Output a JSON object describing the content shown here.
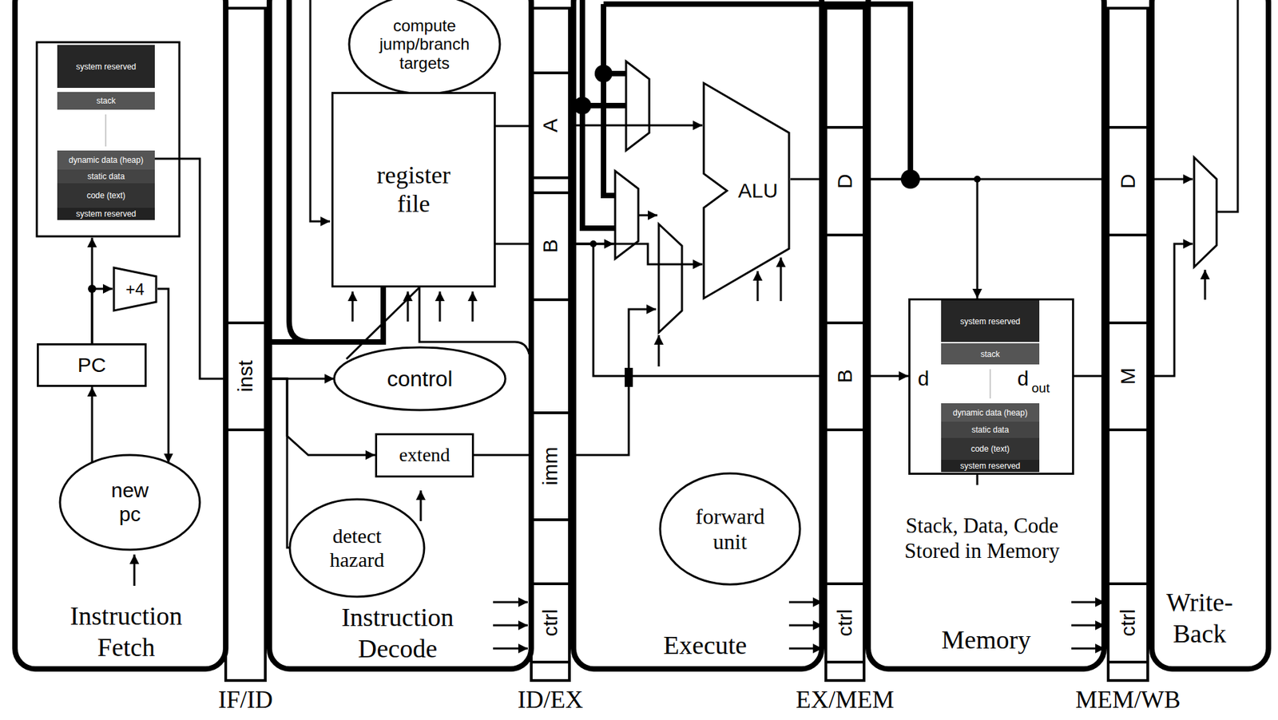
{
  "diagram": {
    "nodes": [
      {
        "text": [
          "Instruction Fetch"
        ]
      },
      {
        "text": [
          "system reserved"
        ],
        "in": 0
      },
      {
        "text": [
          "stack"
        ],
        "in": 0
      },
      {
        "text": [
          "dynamic data (heap)"
        ],
        "in": 0
      },
      {
        "text": [
          "static data"
        ],
        "in": 0
      },
      {
        "text": [
          "code (text)"
        ],
        "in": 0
      },
      {
        "text": [
          "system reserved"
        ],
        "in": 0
      },
      {
        "text": [
          "PC"
        ],
        "in": 0
      },
      {
        "text": [
          "+4"
        ],
        "in": 0
      },
      {
        "text": [
          "new pc"
        ],
        "in": 0
      },
      {
        "text": [
          "IF/ID"
        ]
      },
      {
        "text": [
          "inst"
        ],
        "in": 10
      },
      {
        "text": [
          "Instruction Decode"
        ]
      },
      {
        "text": [
          "compute jump/branch targets"
        ],
        "in": 12
      },
      {
        "text": [
          "register file"
        ],
        "in": 12
      },
      {
        "text": [
          "control"
        ],
        "in": 12
      },
      {
        "text": [
          "extend"
        ],
        "in": 12
      },
      {
        "text": [
          "detect hazard"
        ],
        "in": 12
      },
      {
        "text": [
          "ID/EX"
        ]
      },
      {
        "text": [
          "A"
        ],
        "in": 18
      },
      {
        "text": [
          "B"
        ],
        "in": 18
      },
      {
        "text": [
          "imm"
        ],
        "in": 18
      },
      {
        "text": [
          "ctrl"
        ],
        "in": 18
      },
      {
        "text": [
          "Execute"
        ]
      },
      {
        "text": [
          "ALU"
        ],
        "in": 23
      },
      {
        "text": [
          "forward unit"
        ],
        "in": 23
      },
      {
        "text": [
          "EX/MEM"
        ]
      },
      {
        "text": [
          "D"
        ],
        "in": 26
      },
      {
        "text": [
          "B"
        ],
        "in": 26
      },
      {
        "text": [
          "ctrl"
        ],
        "in": 26
      },
      {
        "text": [
          "Stack, Data, Code Stored in Memory",
          "Memory"
        ]
      },
      {
        "text": [
          "d",
          "d",
          "out"
        ],
        "in": 30
      },
      {
        "text": [
          "system reserved"
        ],
        "in": 31
      },
      {
        "text": [
          "stack"
        ],
        "in": 31
      },
      {
        "text": [
          "dynamic data (heap)"
        ],
        "in": 31
      },
      {
        "text": [
          "static data"
        ],
        "in": 31
      },
      {
        "text": [
          "code (text)"
        ],
        "in": 31
      },
      {
        "text": [
          "system reserved"
        ],
        "in": 31
      },
      {
        "text": [
          "MEM/WB"
        ]
      },
      {
        "text": [
          "D"
        ],
        "in": 38
      },
      {
        "text": [
          "M"
        ],
        "in": 38
      },
      {
        "text": [
          "ctrl"
        ],
        "in": 38
      },
      {
        "text": [
          "Write-Back"
        ]
      }
    ],
    "edges": [
      {
        "from": 7,
        "to": 8,
        "arrow": "to"
      },
      {
        "from": 8,
        "to": 9,
        "arrow": "to"
      },
      {
        "from": 9,
        "to": 7,
        "arrow": "to"
      },
      {
        "from": 3,
        "to": 11,
        "arrow": "none"
      },
      {
        "from": 11,
        "to": 15,
        "arrow": "to"
      },
      {
        "from": 11,
        "to": 16,
        "arrow": "to"
      },
      {
        "from": 11,
        "to": 17,
        "arrow": "none"
      },
      {
        "from": 11,
        "to": 14,
        "arrow": "none"
      },
      {
        "from": 14,
        "to": 19,
        "arrow": "none"
      },
      {
        "from": 14,
        "to": 20,
        "arrow": "none"
      },
      {
        "from": 16,
        "to": 21,
        "arrow": "none"
      },
      {
        "from": 19,
        "to": 24,
        "arrow": "to"
      },
      {
        "from": 20,
        "to": 24,
        "arrow": "to"
      },
      {
        "from": 20,
        "to": 28,
        "arrow": "none"
      },
      {
        "from": 24,
        "to": 27,
        "arrow": "none"
      },
      {
        "from": 27,
        "to": 39,
        "arrow": "none"
      },
      {
        "from": 27,
        "to": 31,
        "arrow": "to"
      },
      {
        "from": 28,
        "to": 31,
        "arrow": "to"
      },
      {
        "from": 31,
        "to": 40,
        "arrow": "none"
      }
    ]
  }
}
